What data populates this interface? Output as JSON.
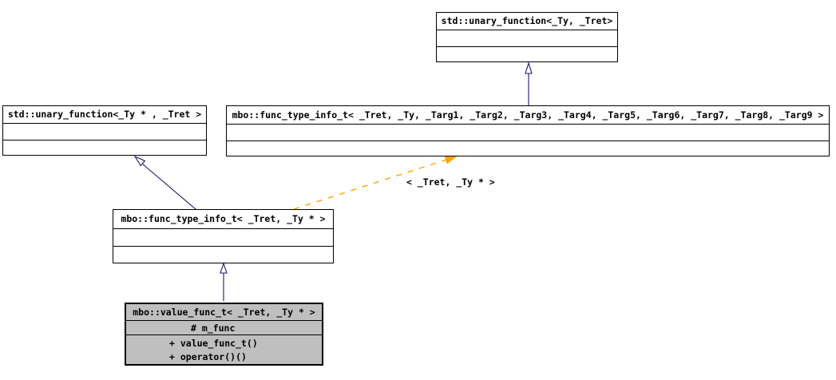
{
  "diagram": {
    "type": "uml-class-inheritance-graph",
    "colors": {
      "background": "#ffffff",
      "inheritance_arrow": "#191970",
      "template_arrow": "#ffa500",
      "node_border": "#000000",
      "node_fill": "#ffffff",
      "highlight_node_fill": "#bfbfbf"
    },
    "nodes": [
      {
        "label": "std::unary_function<_Ty, _Tret>"
      },
      {
        "label": "std::unary_function<_Ty * , _Tret >"
      },
      {
        "label": "mbo::func_type_info_t< _Tret, _Ty, _Targ1, _Targ2, _Targ3, _Targ4, _Targ5, _Targ6, _Targ7, _Targ8, _Targ9 >"
      },
      {
        "label": "mbo::func_type_info_t< _Tret, _Ty * >"
      },
      {
        "label": "mbo::value_func_t< _Tret, _Ty * >",
        "attributes": [
          "# m_func"
        ],
        "methods": [
          "+ value_func_t()",
          "+ operator()()"
        ]
      }
    ],
    "edge_label": "< _Tret, _Ty * >"
  }
}
